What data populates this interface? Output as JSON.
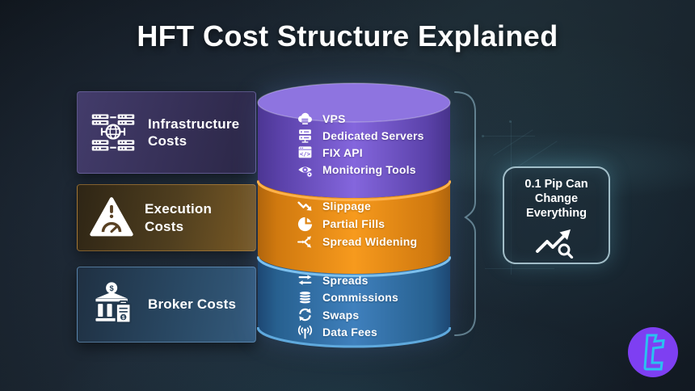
{
  "title": "HFT Cost Structure Explained",
  "panels": [
    {
      "label": "Infrastructure Costs",
      "icon": "network-servers-icon",
      "accent": "#433c6b"
    },
    {
      "label": "Execution Costs",
      "icon": "warning-gauge-icon",
      "accent": "#7a5a25"
    },
    {
      "label": "Broker Costs",
      "icon": "bank-receipt-icon",
      "accent": "#345b7d"
    }
  ],
  "cylinder": {
    "segments": [
      {
        "name": "infrastructure-items",
        "color": "#8466dd",
        "items": [
          {
            "label": "VPS",
            "icon": "cloud-server-icon"
          },
          {
            "label": "Dedicated Servers",
            "icon": "server-rack-icon"
          },
          {
            "label": "FIX API",
            "icon": "code-window-icon"
          },
          {
            "label": "Monitoring Tools",
            "icon": "monitoring-eye-icon"
          }
        ]
      },
      {
        "name": "execution-items",
        "color": "#f79a1d",
        "items": [
          {
            "label": "Slippage",
            "icon": "downtrend-arrow-icon"
          },
          {
            "label": "Partial Fills",
            "icon": "pie-chart-icon"
          },
          {
            "label": "Spread Widening",
            "icon": "split-arrows-icon"
          }
        ]
      },
      {
        "name": "broker-items",
        "color": "#3f80bd",
        "items": [
          {
            "label": "Spreads",
            "icon": "swap-horizontal-icon"
          },
          {
            "label": "Commissions",
            "icon": "coin-stack-icon"
          },
          {
            "label": "Swaps",
            "icon": "circular-arrows-icon"
          },
          {
            "label": "Data Fees",
            "icon": "data-signal-icon"
          }
        ]
      }
    ]
  },
  "callout": {
    "text": "0.1 Pip Can Change Everything",
    "icon": "trend-magnifier-icon"
  },
  "logo": {
    "name": "brand-logo",
    "circle_color": "#7e3ff2",
    "glyph_color": "#2ac1f0"
  },
  "colors": {
    "background": "#151d26",
    "segment_purple": "#8466dd",
    "segment_orange": "#f79a1d",
    "segment_blue": "#3f80bd",
    "callout_border": "#cdeef8",
    "text": "#ffffff"
  }
}
